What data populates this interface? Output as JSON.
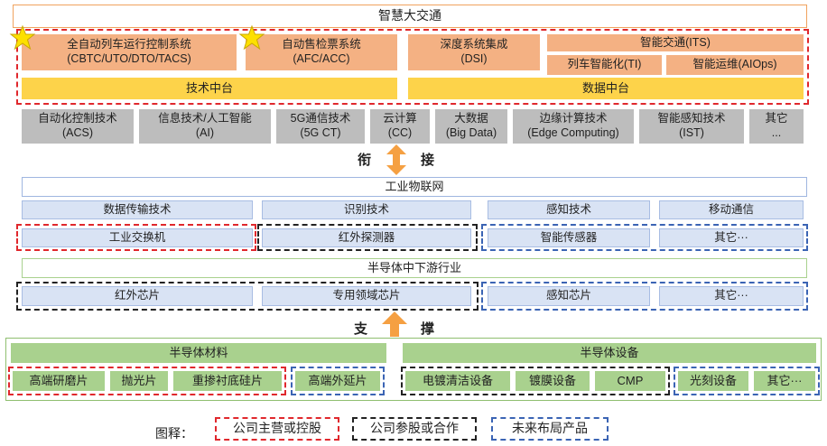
{
  "top_title": "智慧大交通",
  "apps": {
    "cbtc": {
      "line1": "全自动列车运行控制系统",
      "line2": "(CBTC/UTO/DTO/TACS)"
    },
    "afc": {
      "line1": "自动售检票系统",
      "line2": "(AFC/ACC)"
    },
    "dsi": {
      "line1": "深度系统集成",
      "line2": "(DSI)"
    },
    "its": "智能交通(ITS)",
    "ti": "列车智能化(TI)",
    "aiops": "智能运维(AIOps)"
  },
  "platforms": {
    "tech": "技术中台",
    "data": "数据中台"
  },
  "techs": [
    {
      "line1": "自动化控制技术",
      "line2": "(ACS)"
    },
    {
      "line1": "信息技术/人工智能",
      "line2": "(AI)"
    },
    {
      "line1": "5G通信技术",
      "line2": "(5G CT)"
    },
    {
      "line1": "云计算",
      "line2": "(CC)"
    },
    {
      "line1": "大数据",
      "line2": "(Big Data)"
    },
    {
      "line1": "边缘计算技术",
      "line2": "(Edge Computing)"
    },
    {
      "line1": "智能感知技术",
      "line2": "(IST)"
    },
    {
      "line1": "其它",
      "line2": "..."
    }
  ],
  "connect": {
    "left": "衔",
    "right": "接"
  },
  "iot": {
    "title": "工业物联网",
    "cats": [
      "数据传输技术",
      "识别技术",
      "感知技术",
      "移动通信"
    ],
    "items": [
      "工业交换机",
      "红外探测器",
      "智能传感器",
      "其它···"
    ]
  },
  "semi": {
    "title": "半导体中下游行业",
    "items": [
      "红外芯片",
      "专用领域芯片",
      "感知芯片",
      "其它···"
    ]
  },
  "support": {
    "left": "支",
    "right": "撑"
  },
  "materials": {
    "title": "半导体材料",
    "items": [
      "高端研磨片",
      "抛光片",
      "重掺衬底硅片",
      "高端外延片"
    ]
  },
  "equipment": {
    "title": "半导体设备",
    "items": [
      "电镀清洁设备",
      "镀膜设备",
      "CMP",
      "光刻设备",
      "其它···"
    ]
  },
  "legend": {
    "label": "图释：",
    "red": "公司主营或控股",
    "black": "公司参股或合作",
    "blue": "未来布局产品"
  },
  "colors": {
    "red": "#e0282d",
    "black": "#222222",
    "blue": "#3b64b4",
    "orange_arrow": "#f5a042"
  }
}
